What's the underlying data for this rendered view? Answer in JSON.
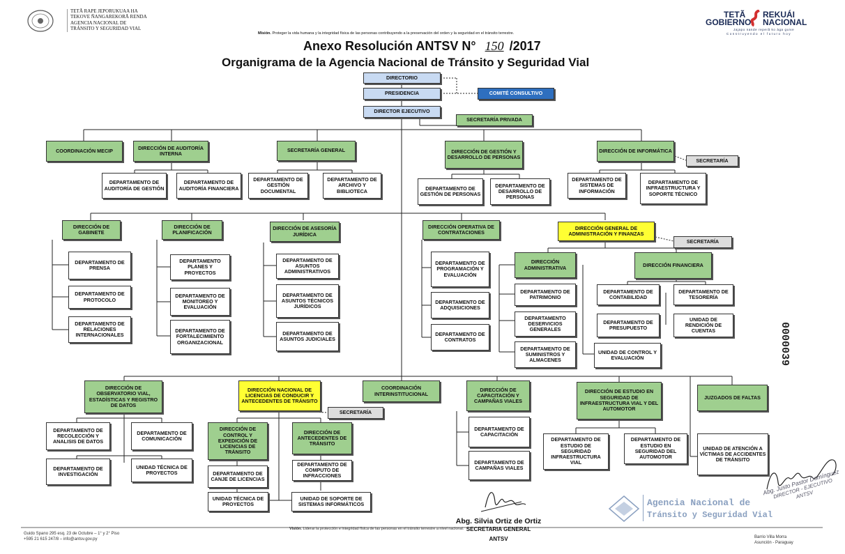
{
  "header": {
    "institution_lines": [
      "TETÃ RAPE JEPORUKUAA HA",
      "TEKOVE ÑANGAREKORÃ RENDA",
      "AGENCIA NACIONAL DE",
      "TRÁNSITO Y SEGURIDAD VIAL"
    ],
    "mission_label": "Misión.",
    "mission_text": "Proteger la vida humana y la integridad física de las personas contribuyendo a la preservación del orden y la seguridad en el tránsito terrestre.",
    "title_prefix": "Anexo Resolución ANTSV N°",
    "resolution_number": "150",
    "title_suffix": "/2017",
    "subtitle": "Organigrama de la Agencia Nacional de Tránsito y Seguridad Vial",
    "gov_logo_line1": "TETÃ",
    "gov_logo_line2": "REKUÁI",
    "gov_logo_line3": "GOBIERNO",
    "gov_logo_line4": "NACIONAL",
    "gov_tagline1": "Jajapo nande reperã ko ága guive",
    "gov_tagline2": "Construyendo el futuro hoy"
  },
  "chart": {
    "directorio": "DIRECTORIO",
    "presidencia": "PRESIDENCIA",
    "comite": "COMITÉ CONSULTIVO",
    "director_ejecutivo": "DIRECTOR EJECUTIVO",
    "secretaria_privada": "SECRETARÍA PRIVADA",
    "coordinacion_mecip": "COORDINACIÓN MECIP",
    "dir_auditoria": "DIRECCIÓN DE AUDITORÍA INTERNA",
    "dep_auditoria_gestion": "DEPARTAMENTO DE AUDITORÍA DE GESTIÓN",
    "dep_auditoria_financiera": "DEPARTAMENTO DE AUDITORÍA FINANCIERA",
    "secretaria_general": "SECRETARÍA GENERAL",
    "dep_gestion_documental": "DEPARTAMENTO DE GESTIÓN DOCUMENTAL",
    "dep_archivo": "DEPARTAMENTO DE ARCHIVO Y BIBLIOTECA",
    "dir_gestion_personas": "DIRECCIÓN DE GESTIÓN Y DESARROLLO DE PERSONAS",
    "dep_gestion_personas": "DEPARTAMENTO DE GESTIÓN DE PERSONAS",
    "dep_desarrollo_personas": "DEPARTAMENTO DE DESARROLLO DE PERSONAS",
    "dir_informatica": "DIRECCIÓN DE INFORMÁTICA",
    "secretaria": "SECRETARÍA",
    "dep_sistemas": "DEPARTAMENTO DE SISTEMAS DE INFORMACIÓN",
    "dep_infraestructura": "DEPARTAMENTO DE INFRAESTRUCTURA Y SOPORTE TÉCNICO",
    "dir_gabinete": "DIRECCIÓN DE GABINETE",
    "dep_prensa": "DEPARTAMENTO DE PRENSA",
    "dep_protocolo": "DEPARTAMENTO DE PROTOCOLO",
    "dep_relaciones": "DEPARTAMENTO DE RELACIONES INTERNACIONALES",
    "dir_planificacion": "DIRECCIÓN DE PLANIFICACIÓN",
    "dep_planes": "DEPARTAMENTO PLANES Y PROYECTOS",
    "dep_monitoreo": "DEPARTAMENTO DE MONITOREO Y EVALUACIÓN",
    "dep_fortalecimiento": "DEPARTAMENTO DE FORTALECIMIENTO ORGANIZACIONAL",
    "dir_asesoria": "DIRECCIÓN DE ASESORÍA JURÍDICA",
    "dep_asuntos_admin": "DEPARTAMENTO DE ASUNTOS ADMINISTRATIVOS",
    "dep_asuntos_tecnicos": "DEPARTAMENTO DE ASUNTOS TÉCNICOS JURÍDICOS",
    "dep_asuntos_judiciales": "DEPARTAMENTO DE ASUNTOS JUDICIALES",
    "dir_contrataciones": "DIRECCIÓN OPERATIVA DE CONTRATACIONES",
    "dep_programacion": "DEPARTAMENTO DE PROGRAMACIÓN Y EVALUACIÓN",
    "dep_adquisiciones": "DEPARTAMENTO DE ADQUISICIONES",
    "dep_contratos": "DEPARTAMENTO DE CONTRATOS",
    "dir_gral_admin": "DIRECCIÓN GENERAL DE ADMINISTRACIÓN Y FINANZAS",
    "dir_administrativa": "DIRECCIÓN ADMINISTRATIVA",
    "dep_patrimonio": "DEPARTAMENTO DE PATRIMONIO",
    "dep_servicios": "DEPARTAMENTO DESERVICIOS GENERALES",
    "dep_suministros": "DEPARTAMENTO DE SUMINISTROS Y ALMACENES",
    "dir_financiera": "DIRECCIÓN FINANCIERA",
    "dep_contabilidad": "DEPARTAMENTO DE CONTABILIDAD",
    "dep_tesoreria": "DEPARTAMENTO DE TESORERÍA",
    "dep_presupuesto": "DEPARTAMENTO DE PRESUPUESTO",
    "unidad_rendicion": "UNIDAD DE RENDICIÓN DE CUENTAS",
    "unidad_control": "UNIDAD DE CONTROL Y EVALUACIÓN",
    "dir_observatorio": "DIRECCIÓN DE OBSERVATORIO VIAL, ESTADÍSTICAS Y REGISTRO DE DATOS",
    "dep_recoleccion": "DEPARTAMENTO DE RECOLECCIÓN Y ANALISIS DE DATOS",
    "dep_comunicacion": "DEPARTAMENTO DE COMUNICACIÓN",
    "dep_investigacion": "DEPARTAMENTO DE INVESTIGACIÓN",
    "unidad_tecnica_proyectos": "UNIDAD TÉCNICA DE PROYECTOS",
    "dir_licencias": "DIRECCIÓN NACIONAL DE LICENCIAS DE CONDUCIR Y ANTECEDENTES DE TRÁNSITO",
    "dir_control_licencias": "DIRECCIÓN DE CONTROL Y EXPEDICIÓN DE LICENCIAS DE TRÁNSITO",
    "dir_antecedentes": "DIRECCIÓN DE ANTECEDENTES DE TRÁNSITO",
    "dep_canje": "DEPARTAMENTO DE CANJE DE LICENCIAS",
    "dep_computo": "DEPARTAMENTO DE COMPUTO DE INFRACCIONES",
    "unidad_tecnica_proyectos2": "UNIDAD TÉCNICA DE PROYECTOS",
    "unidad_soporte": "UNIDAD DE SOPORTE DE SISTEMAS INFORMÁTICOS",
    "coord_interinstitucional": "COORDINACIÓN INTERINSTITUCIONAL",
    "dir_capacitacion": "DIRECCIÓN DE CAPACITACIÓN Y CAMPAÑAS VIALES",
    "dep_capacitacion": "DEPARTAMENTO DE CAPACITACIÓN",
    "dep_campanas": "DEPARTAMENTO DE CAMPAÑAS VIALES",
    "dir_estudio": "DIRECCIÓN DE ESTUDIO EN SEGURIDAD DE INFRAESTRUCTURA VIAL Y DEL AUTOMOTOR",
    "dep_estudio_infra": "DEPARTAMENTO DE ESTUDIO DE SEGURIDAD INFRAESTRUCTURA VIAL",
    "dep_estudio_automotor": "DEPARTAMENTO DE ESTUDIO EN SEGURIDAD DEL AUTOMOTOR",
    "juzgados": "JUZGADOS DE FALTAS",
    "unidad_atencion": "UNIDAD DE ATENCIÓN A VÍCTIMAS DE ACCIDENTES DE TRÁNSITO"
  },
  "footer": {
    "address_line1": "Guido Spano 295 esq. 23 de Octubre – 1° y 2° Piso",
    "address_line2": "+595 21 615 247/8 – info@antsv.gov.py",
    "vision_label": "Visión.",
    "vision_text": "Liderar la protección e integridad física de las personas en el tránsito terrestre a nivel nacional.",
    "signer_name": "Abg. Silvia Ortiz de Ortiz",
    "signer_role": "SECRETARIA GENERAL",
    "signer_org": "ANTSV",
    "right_line1": "Barrio Villa Morra",
    "right_line2": "Asunción - Paraguay",
    "stamp_line1": "Agencia Nacional de",
    "stamp_line2": "Tránsito y Seguridad Vial",
    "stamp2_line1": "Abg. Justo Pastor Domínguez",
    "stamp2_line2": "DIRECTOR - EJECUTIVO",
    "stamp2_line3": "ANTSV",
    "page_number": "0000039"
  }
}
